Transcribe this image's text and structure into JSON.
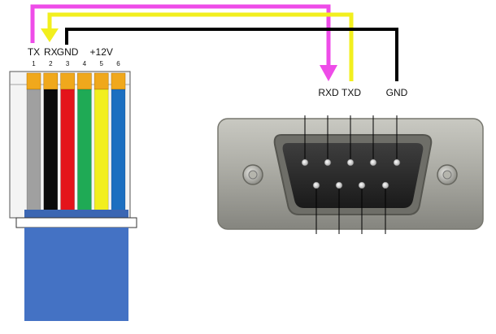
{
  "rj_connector": {
    "pins": [
      {
        "label": "TX",
        "number": "1",
        "wire_color": "#a0a0a0"
      },
      {
        "label": "RX",
        "number": "2",
        "wire_color": "#0a0a0a"
      },
      {
        "label": "GND",
        "number": "3",
        "wire_color": "#e4141b"
      },
      {
        "label": "",
        "number": "4",
        "wire_color": "#1faa55"
      },
      {
        "label": "+12V",
        "number": "5",
        "wire_color": "#f2ef1e"
      },
      {
        "label": "",
        "number": "6",
        "wire_color": "#1c6fc0"
      }
    ],
    "body_color": "#4472c4"
  },
  "signal_wires": [
    {
      "color": "#ee4ce8"
    },
    {
      "color": "#f2ef1e"
    },
    {
      "color": "#000000"
    }
  ],
  "db9_connector": {
    "labels": [
      "RXD",
      "TXD",
      "GND"
    ]
  }
}
